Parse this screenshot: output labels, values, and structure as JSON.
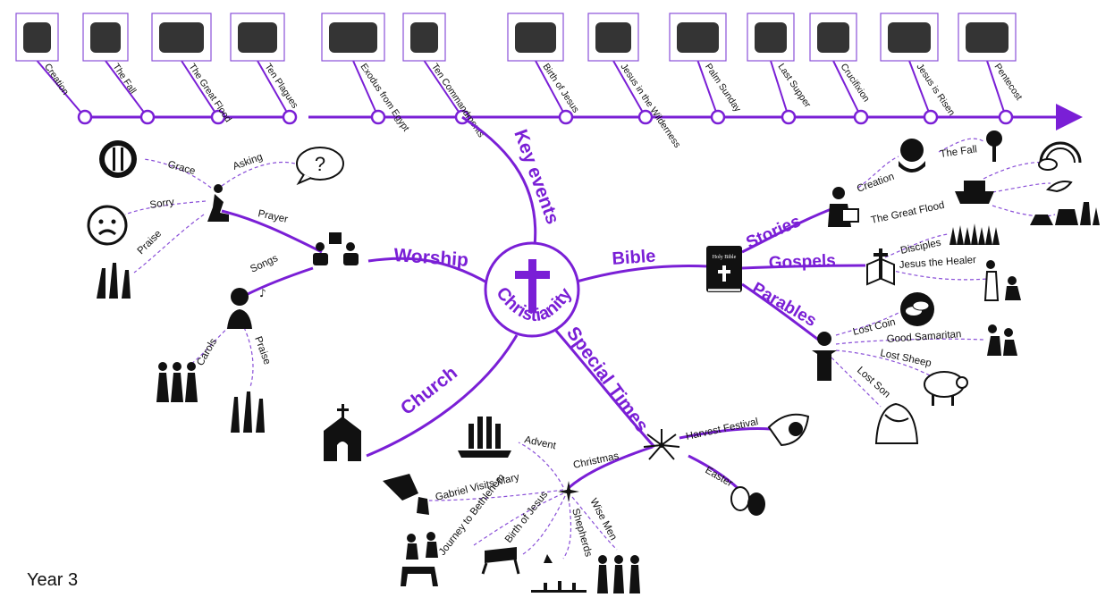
{
  "colors": {
    "accent": "#7a1fd6",
    "link": "#8a4fd8",
    "ink": "#111111"
  },
  "center": {
    "label": "Christianity",
    "icon": "cross-icon"
  },
  "timeline": {
    "events": [
      {
        "label": "Creation",
        "icon": "globe-hands-icon"
      },
      {
        "label": "The Fall",
        "icon": "tree-serpent-icon"
      },
      {
        "label": "The Great Flood",
        "icon": "ark-icon"
      },
      {
        "label": "Ten Plagues",
        "icon": "plague-icon"
      },
      {
        "label": "Exodus from Egypt",
        "icon": "exodus-crowd-icon"
      },
      {
        "label": "Ten Commandments",
        "icon": "moses-tablets-icon"
      },
      {
        "label": "Birth of Jesus",
        "icon": "nativity-stable-icon"
      },
      {
        "label": "Jesus in the Wilderness",
        "icon": "wilderness-figures-icon"
      },
      {
        "label": "Palm Sunday",
        "icon": "palm-crowd-icon"
      },
      {
        "label": "Last Supper",
        "icon": "chalice-icon"
      },
      {
        "label": "Crucifixion",
        "icon": "three-crosses-icon"
      },
      {
        "label": "Jesus is Risen",
        "icon": "empty-tomb-icon"
      },
      {
        "label": "Pentecost",
        "icon": "dove-flames-icon"
      }
    ]
  },
  "branches": {
    "key_events": "Key events",
    "worship": "Worship",
    "bible": "Bible",
    "church": "Church",
    "special_times": "Special Times"
  },
  "worship": {
    "prayer": "Prayer",
    "grace": "Grace",
    "asking": "Asking",
    "sorry": "Sorry",
    "praise": "Praise",
    "songs": "Songs",
    "carols": "Carols",
    "songs_praise": "Praise"
  },
  "bible": {
    "stories": "Stories",
    "gospels": "Gospels",
    "parables": "Parables",
    "creation": "Creation",
    "the_fall": "The Fall",
    "great_flood": "The Great Flood",
    "disciples": "Disciples",
    "healer": "Jesus the Healer",
    "lost_coin": "Lost Coin",
    "good_samaritan": "Good Samaritan",
    "lost_sheep": "Lost Sheep",
    "lost_son": "Lost Son",
    "book_title": "Holy Bible"
  },
  "special_times": {
    "christmas": "Christmas",
    "harvest": "Harvest Festival",
    "easter": "Easter",
    "advent": "Advent",
    "gabriel": "Gabriel Visits Mary",
    "journey": "Journey to Bethlehem",
    "birth": "Birth of Jesus",
    "shepherds": "Shepherds",
    "wise_men": "Wise Men"
  },
  "footer": {
    "year": "Year 3"
  }
}
